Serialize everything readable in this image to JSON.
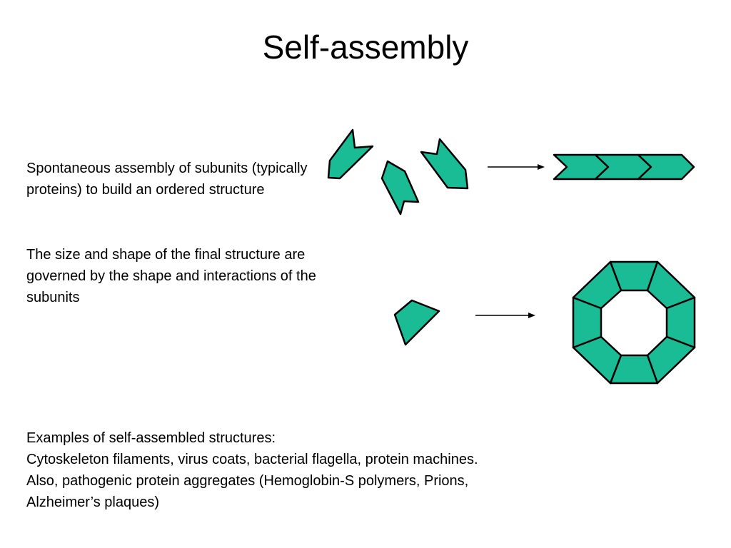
{
  "slide": {
    "title": "Self-assembly",
    "para1": "Spontaneous assembly of subunits (typically proteins) to build an ordered structure",
    "para2": "The size and shape of the final structure are governed by the shape and interactions of the subunits",
    "examples": {
      "heading": "Examples of self-assembled structures:",
      "line1": "Cytoskeleton filaments, virus coats, bacterial flagella, protein machines.",
      "line2": "Also, pathogenic protein aggregates (Hemoglobin-S polymers, Prions,",
      "line3": "Alzheimer’s plaques)"
    }
  },
  "colors": {
    "subunit_fill": "#1ABC96",
    "outline": "#000000",
    "background": "#ffffff"
  }
}
